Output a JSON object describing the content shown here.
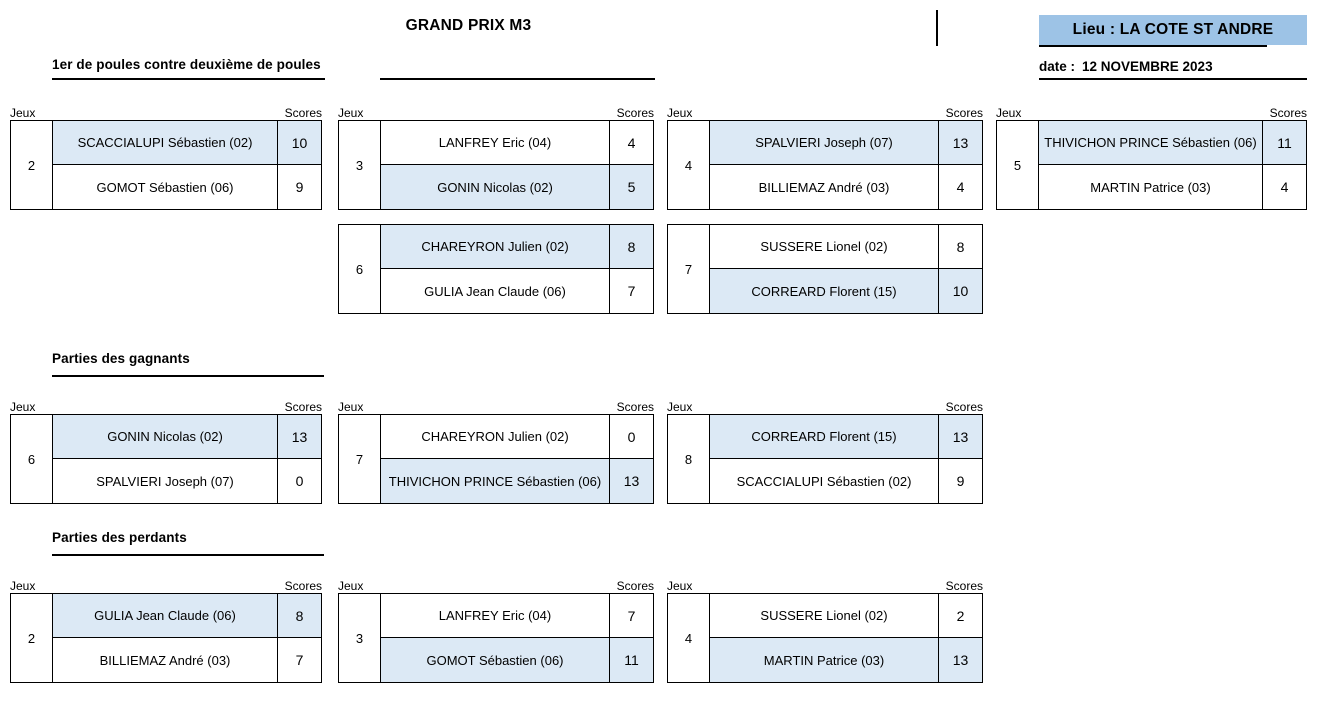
{
  "header": {
    "title": "GRAND PRIX M3",
    "lieu": "Lieu : LA COTE ST ANDRE",
    "date_label": "date :",
    "date_value": "12 NOVEMBRE 2023",
    "badge_color": "#9DC3E6"
  },
  "labels": {
    "jeux": "Jeux",
    "scores": "Scores",
    "highlight_color": "#DCE9F5"
  },
  "sections": [
    {
      "id": "round1",
      "title": "1er de poules contre deuxième de poules",
      "columns": [
        {
          "matches": [
            {
              "jeu": "2",
              "players": [
                {
                  "name": "SCACCIALUPI Sébastien (02)",
                  "score": "10",
                  "winner": true
                },
                {
                  "name": "GOMOT Sébastien (06)",
                  "score": "9",
                  "winner": false
                }
              ]
            }
          ]
        },
        {
          "matches": [
            {
              "jeu": "3",
              "players": [
                {
                  "name": "LANFREY Eric (04)",
                  "score": "4",
                  "winner": false
                },
                {
                  "name": "GONIN Nicolas (02)",
                  "score": "5",
                  "winner": true
                }
              ]
            },
            {
              "jeu": "6",
              "players": [
                {
                  "name": "CHAREYRON Julien (02)",
                  "score": "8",
                  "winner": true
                },
                {
                  "name": "GULIA Jean Claude (06)",
                  "score": "7",
                  "winner": false
                }
              ]
            }
          ]
        },
        {
          "matches": [
            {
              "jeu": "4",
              "players": [
                {
                  "name": "SPALVIERI Joseph (07)",
                  "score": "13",
                  "winner": true
                },
                {
                  "name": "BILLIEMAZ André (03)",
                  "score": "4",
                  "winner": false
                }
              ]
            },
            {
              "jeu": "7",
              "players": [
                {
                  "name": "SUSSERE Lionel (02)",
                  "score": "8",
                  "winner": false
                },
                {
                  "name": "CORREARD Florent (15)",
                  "score": "10",
                  "winner": true
                }
              ]
            }
          ]
        },
        {
          "matches": [
            {
              "jeu": "5",
              "players": [
                {
                  "name": "THIVICHON PRINCE Sébastien (06)",
                  "score": "11",
                  "winner": true
                },
                {
                  "name": "MARTIN Patrice (03)",
                  "score": "4",
                  "winner": false
                }
              ]
            }
          ]
        }
      ]
    },
    {
      "id": "gagnants",
      "title": "Parties des gagnants",
      "columns": [
        {
          "matches": [
            {
              "jeu": "6",
              "players": [
                {
                  "name": "GONIN Nicolas (02)",
                  "score": "13",
                  "winner": true
                },
                {
                  "name": "SPALVIERI Joseph (07)",
                  "score": "0",
                  "winner": false
                }
              ]
            }
          ]
        },
        {
          "matches": [
            {
              "jeu": "7",
              "players": [
                {
                  "name": "CHAREYRON Julien (02)",
                  "score": "0",
                  "winner": false
                },
                {
                  "name": "THIVICHON PRINCE Sébastien (06)",
                  "score": "13",
                  "winner": true
                }
              ]
            }
          ]
        },
        {
          "matches": [
            {
              "jeu": "8",
              "players": [
                {
                  "name": "CORREARD Florent (15)",
                  "score": "13",
                  "winner": true
                },
                {
                  "name": "SCACCIALUPI Sébastien (02)",
                  "score": "9",
                  "winner": false
                }
              ]
            }
          ]
        }
      ]
    },
    {
      "id": "perdants",
      "title": "Parties des perdants",
      "columns": [
        {
          "matches": [
            {
              "jeu": "2",
              "players": [
                {
                  "name": "GULIA Jean Claude (06)",
                  "score": "8",
                  "winner": true
                },
                {
                  "name": "BILLIEMAZ André (03)",
                  "score": "7",
                  "winner": false
                }
              ]
            }
          ]
        },
        {
          "matches": [
            {
              "jeu": "3",
              "players": [
                {
                  "name": "LANFREY Eric (04)",
                  "score": "7",
                  "winner": false
                },
                {
                  "name": "GOMOT Sébastien (06)",
                  "score": "11",
                  "winner": true
                }
              ]
            }
          ]
        },
        {
          "matches": [
            {
              "jeu": "4",
              "players": [
                {
                  "name": "SUSSERE Lionel (02)",
                  "score": "2",
                  "winner": false
                },
                {
                  "name": "MARTIN Patrice (03)",
                  "score": "13",
                  "winner": true
                }
              ]
            }
          ]
        }
      ]
    }
  ]
}
